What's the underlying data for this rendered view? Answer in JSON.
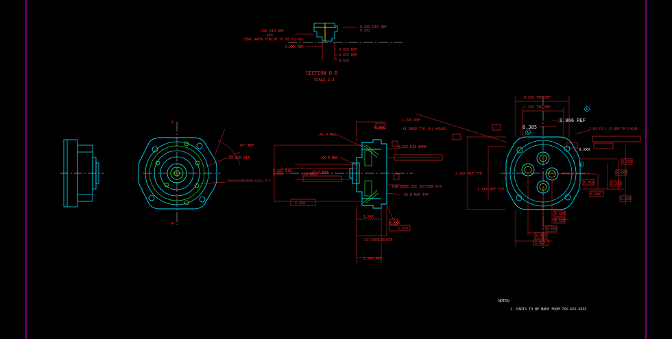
{
  "drawing": {
    "section_b": {
      "title": "SECTION B-B",
      "scale": "SCALE 2:1",
      "dims": [
        ".XXX DIA REF",
        ".XXX",
        "(SEAL AREA FINISH TO BE 63-RS)",
        "0.XXX DIA REF",
        "0.XXX",
        "0.XXX REF",
        "0.XXX REF",
        "0.XXX REF",
        "0.XXX"
      ]
    },
    "front_view": {
      "markers": [
        "A",
        "A"
      ],
      "angle_label": "45° REF",
      "dia_label": "XX.XXX DIA",
      "thread_note": "#10-32 UNF-2B TAP THROUGH DEPTH ON A X.XXX DIA B.C. TYP 4 PL"
    },
    "section_view": {
      "callouts": [
        "1.245 REF",
        "0.XXX",
        ".XX R MAX",
        ".XX R MAX",
        ".XX R MAX",
        "0.XXX DIA",
        "0.XXX",
        ".XX DEEP TYP (X) HOLES",
        "0.XXX DIA BORE",
        "DIA BORE",
        "DIA BORE SEE SECTION B-B",
        ".XX R MAX TYP",
        "1.XXX",
        "0.XXX",
        "1.XXX TO BEARING BORE BOTTOM",
        "1.XXX REF",
        "X.XXX",
        "X.XXX"
      ]
    },
    "side_view": {
      "callouts": [
        "0.XXX TYP REF",
        "1.XXX TYP REF",
        "0.385",
        "0.066 REF",
        "X.XXX DIA X .XX DEEP TYP X HOLES",
        "2.XXX REF TYP",
        "1.XXX REF TYP",
        "0.XXX",
        "X.XXX",
        "X.XXX",
        "0.XXX",
        "X.XXX",
        "X.XXX",
        "X.XXX",
        "X.XXX",
        "X.XXX",
        "X.XXX",
        "X.XXX",
        "X.XXX"
      ],
      "datum_labels": [
        "A",
        "A",
        "A"
      ]
    },
    "notes": {
      "heading": "NOTES:",
      "lines": [
        "1. PARTS TO BE MADE FROM 7XX-XXX-XXXX"
      ]
    }
  },
  "colors": {
    "background": "#000000",
    "border": "#ff00ff",
    "geometry_cyan": "#00e5ff",
    "dimension_red": "#ff2a2a",
    "centerline_white": "#e8e8e8",
    "feature_green": "#33ff33",
    "feature_yellow": "#ffff00"
  }
}
